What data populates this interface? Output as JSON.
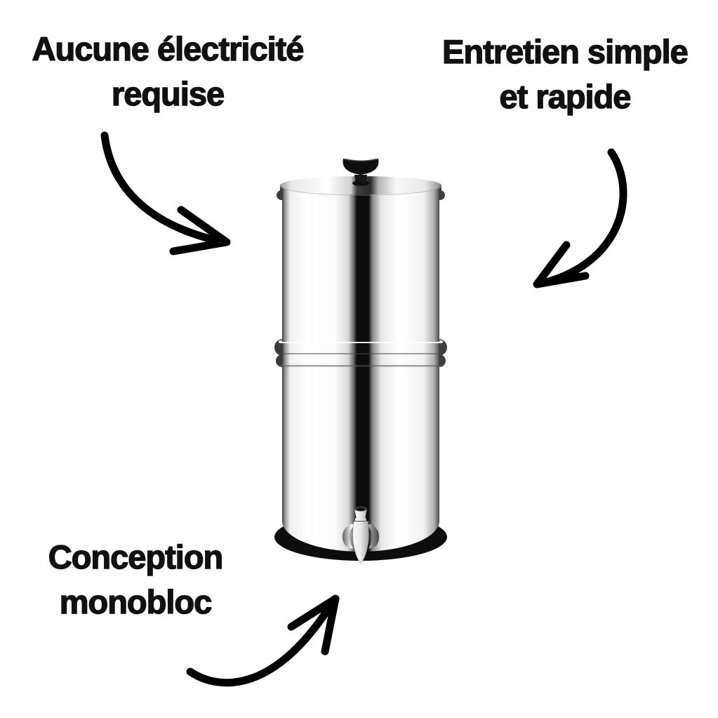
{
  "background": "#ffffff",
  "text_color": "#111111",
  "arrow_color": "#000000",
  "labels": {
    "top_left": {
      "line1": "Aucune électricité",
      "line2": "requise"
    },
    "top_right": {
      "line1": "Entretien simple",
      "line2": "et rapide"
    },
    "bottom_left": {
      "line1": "Conception",
      "line2": "monobloc"
    }
  },
  "icons": {
    "top_left_arrow": "curved-arrow-down-right-icon",
    "top_right_arrow": "curved-arrow-down-left-icon",
    "bottom_arrow": "curved-arrow-up-right-icon",
    "product": "stainless-gravity-water-filter"
  },
  "product_colors": {
    "chrome_highlight": "#ffffff",
    "chrome_shadow": "#6a6a6a",
    "reflection_streak": "#0c0c0c",
    "knob": "#0e0e0e",
    "base_ring": "#0d0d0d"
  }
}
